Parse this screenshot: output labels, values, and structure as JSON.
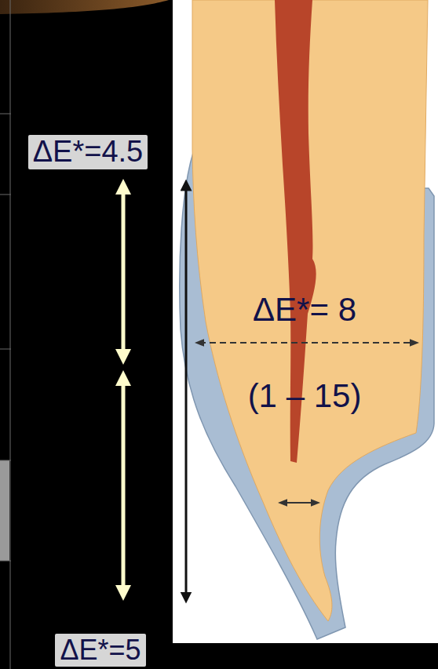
{
  "diagram": {
    "labels": [
      "ΔE*=4.5",
      "ΔE*= 8",
      "(1 – 15)",
      "ΔE*=5"
    ]
  }
}
